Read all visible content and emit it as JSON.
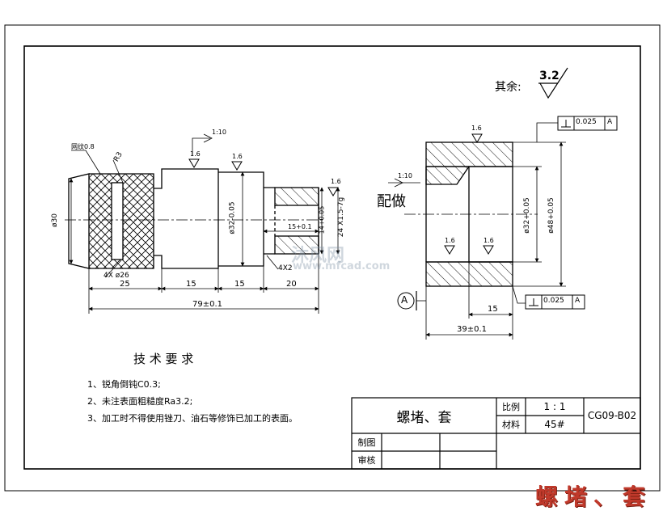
{
  "roughness_general": {
    "prefix": "其余:",
    "value": "3.2"
  },
  "left_part": {
    "knurl_note": "网纹0.8",
    "radius": "R3",
    "dia_30": "ø30",
    "dia_32": "ø32-0.05",
    "thread": "24 X1.5-7g",
    "dia_14": "14+0.05",
    "depth_15": "15+0.1",
    "groove_left": "4X ø26",
    "groove_right": "4X2",
    "taper_mark": "1:10",
    "roughness": [
      "1.6",
      "1.6",
      "1.6"
    ],
    "dims": [
      "25",
      "15",
      "15",
      "20"
    ],
    "overall": "79±0.1"
  },
  "right_part": {
    "label": "配做",
    "taper_mark": "1:10",
    "roughness": [
      "1.6",
      "1.6",
      "1.6"
    ],
    "dia_32": "ø32+0.05",
    "dia_48": "ø48+0.05",
    "datum": "A",
    "tol_top": {
      "value": "0.025",
      "ref": "A"
    },
    "tol_bottom": {
      "value": "0.025",
      "ref": "A"
    },
    "dim_15": "15",
    "overall": "39±0.1"
  },
  "tech_req": {
    "title": "技 术 要 求",
    "items": [
      "1、锐角倒钝C0.3;",
      "2、未注表面粗糙度Ra3.2;",
      "3、加工时不得使用锉刀、油石等修饰已加工的表面。"
    ]
  },
  "title_block": {
    "name": "螺堵、套",
    "scale_label": "比例",
    "scale_value": "1 : 1",
    "material_label": "材料",
    "material_value": "45#",
    "drawing_no": "CG09-B02",
    "drawn_label": "制图",
    "checked_label": "审核"
  },
  "watermark": {
    "logo": "沐风网",
    "url": "www.mfcad.com"
  },
  "caption": "螺堵、套"
}
